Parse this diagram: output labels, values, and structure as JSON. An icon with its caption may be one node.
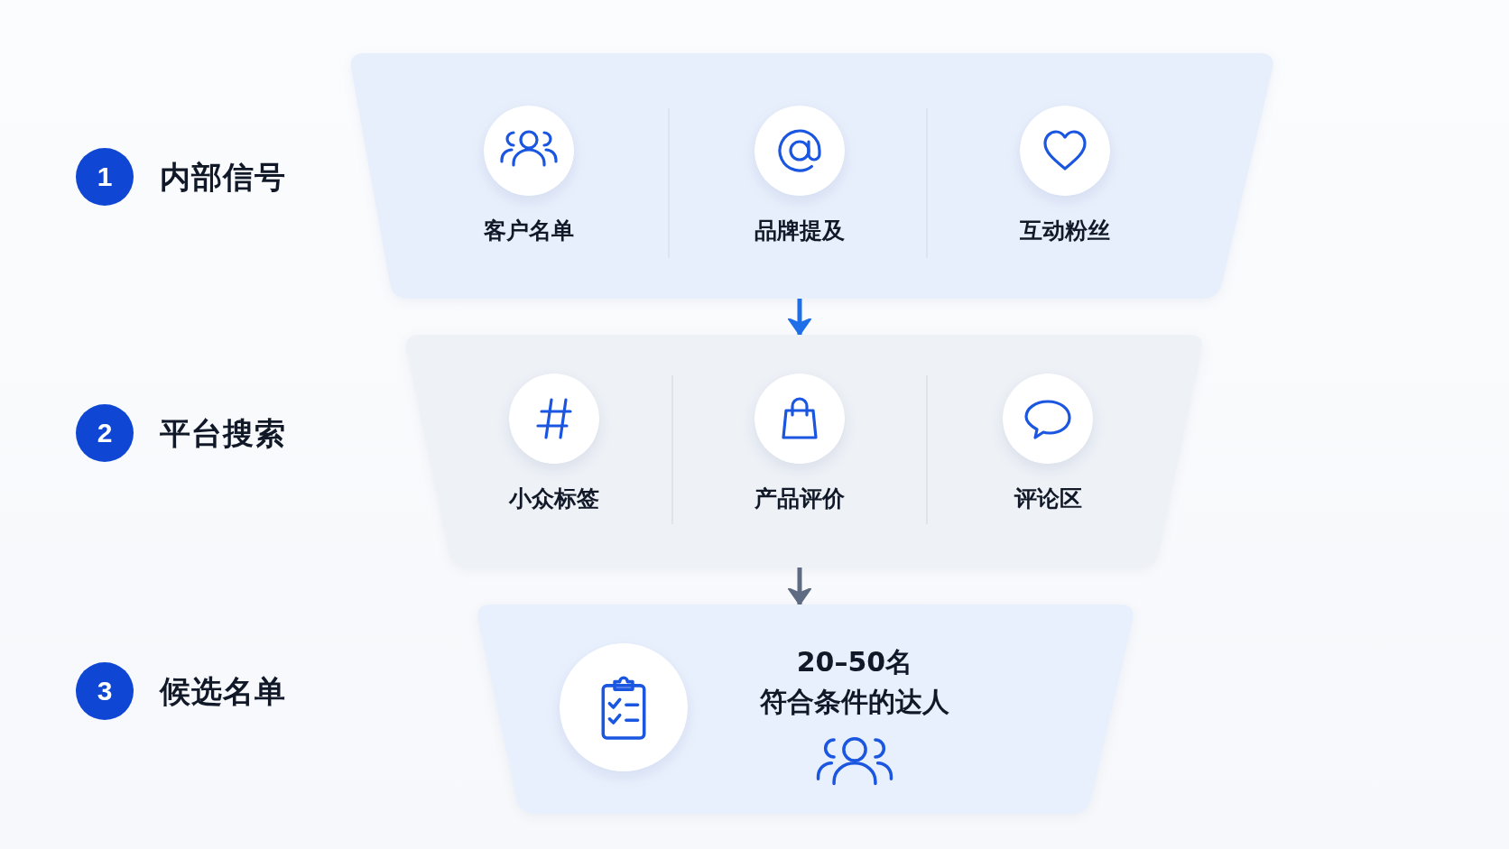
{
  "diagram": {
    "nodes": [
      {
        "text": [
          "1",
          "内部信号"
        ]
      },
      {
        "text": [
          "客户名单"
        ],
        "in": 0
      },
      {
        "text": [
          "品牌提及"
        ],
        "in": 0
      },
      {
        "text": [
          "互动粉丝"
        ],
        "in": 0
      },
      {
        "text": [
          "2",
          "平台搜索"
        ]
      },
      {
        "text": [
          "小众标签"
        ],
        "in": 4
      },
      {
        "text": [
          "产品评价"
        ],
        "in": 4
      },
      {
        "text": [
          "评论区"
        ],
        "in": 4
      },
      {
        "text": [
          "3",
          "候选名单"
        ]
      },
      {
        "text": [],
        "shape": "circle",
        "in": 8
      },
      {
        "text": [
          "20–50名",
          "符合条件的达人"
        ],
        "in": 8
      }
    ],
    "edges": [
      {
        "from": 0,
        "to": 4,
        "arrow": "to",
        "color": "#1f6fe8"
      },
      {
        "from": 4,
        "to": 8,
        "arrow": "to",
        "color": "#5f6b82"
      }
    ]
  }
}
